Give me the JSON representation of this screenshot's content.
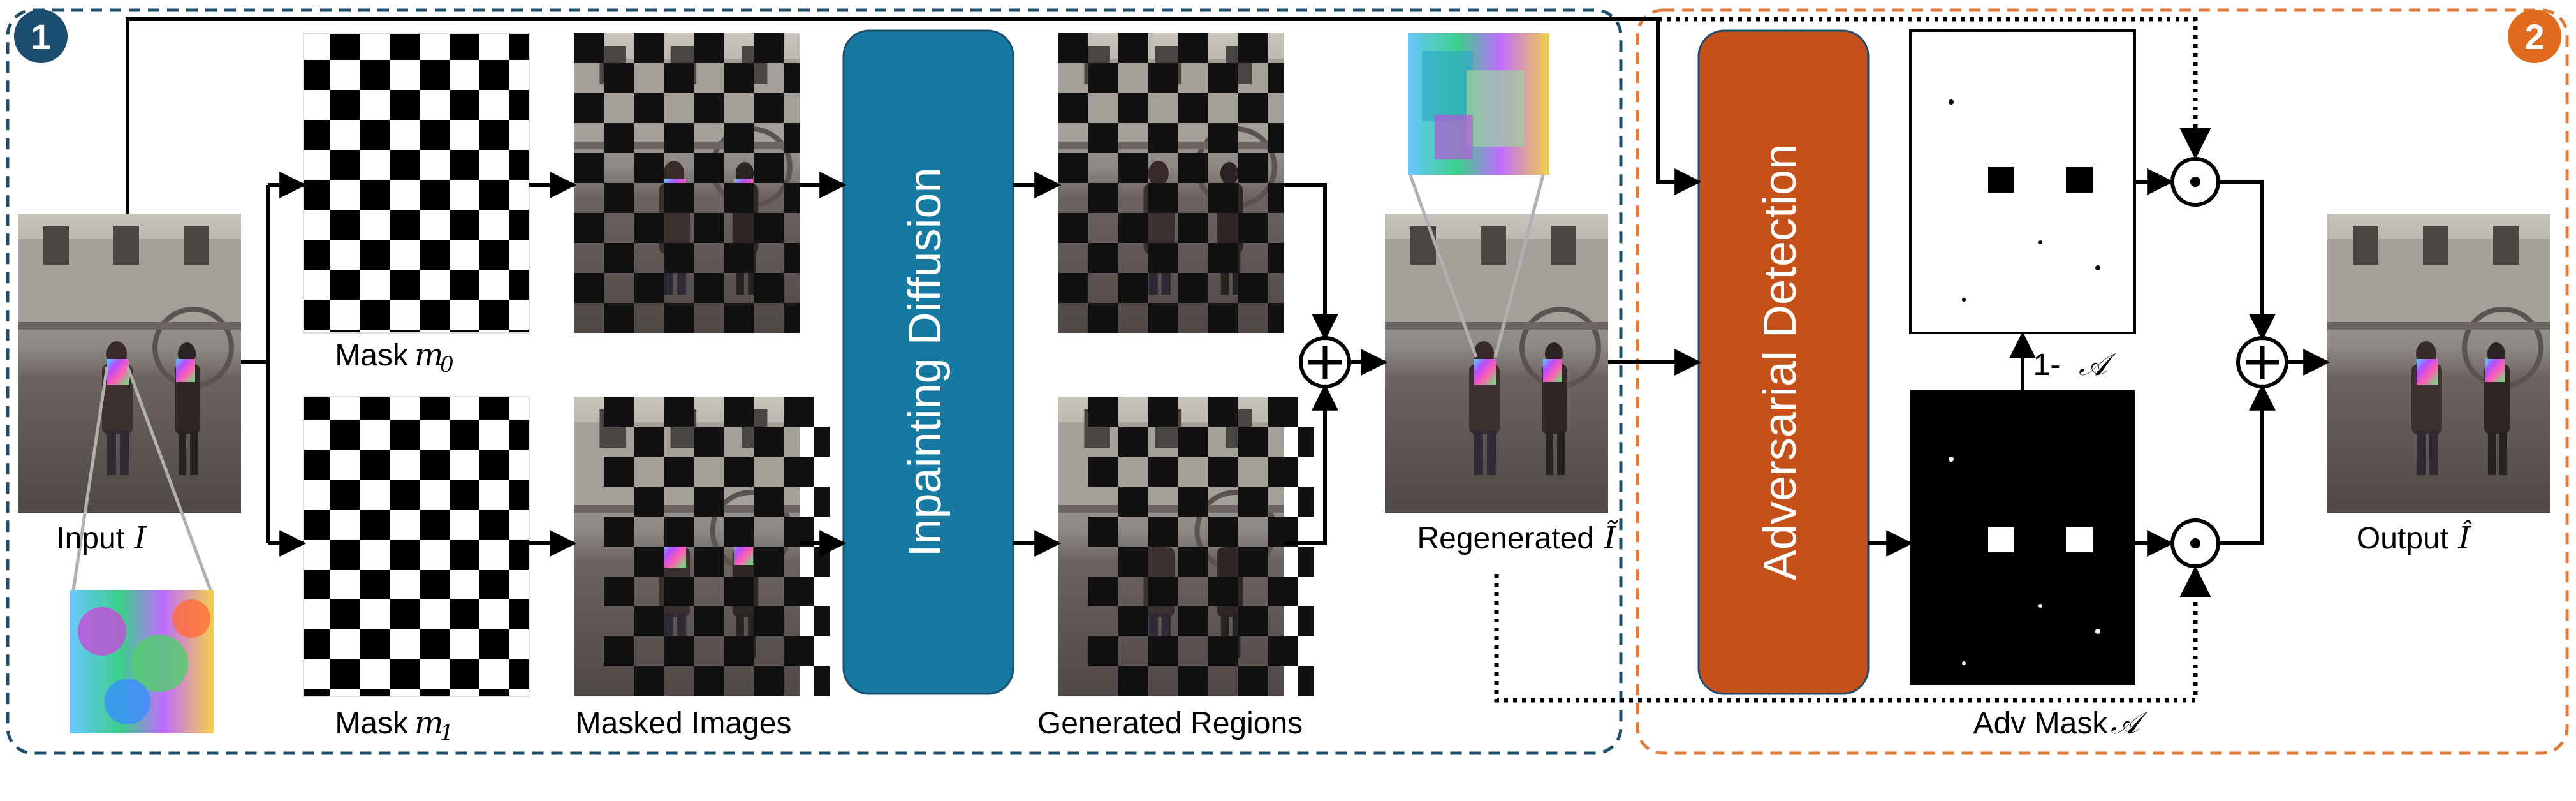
{
  "colors": {
    "stage1_border": "#1f4e6b",
    "stage2_border": "#e07b39",
    "stage1_badge": "#1a4d70",
    "stage2_badge": "#e06a1e",
    "inpainting_box": "#1679a1",
    "adversarial_box": "#c4501a",
    "photo_sky": "#b9b5ad",
    "photo_building": "#8f8a86",
    "photo_ground": "#5d5552",
    "noise": "#7f4fd1"
  },
  "badges": {
    "stage1": "1",
    "stage2": "2"
  },
  "boxes": {
    "inpainting": "Inpainting Diffusion",
    "adversarial": "Adversarial Detection"
  },
  "labels": {
    "input": "Input",
    "input_symbol": "I",
    "mask0": "Mask",
    "mask0_symbol": "m",
    "mask0_sub": "0",
    "mask1": "Mask",
    "mask1_symbol": "m",
    "mask1_sub": "1",
    "masked_images": "Masked Images",
    "generated_regions": "Generated Regions",
    "regenerated": "Regenerated",
    "regenerated_symbol": "Ĩ",
    "output": "Output",
    "output_symbol": "Î",
    "adv_mask": "Adv Mask",
    "adv_mask_symbol": "𝒜",
    "one_minus": "1-",
    "one_minus_symbol": "𝒜"
  },
  "operators": {
    "plus": "+",
    "dot": "⊙"
  }
}
